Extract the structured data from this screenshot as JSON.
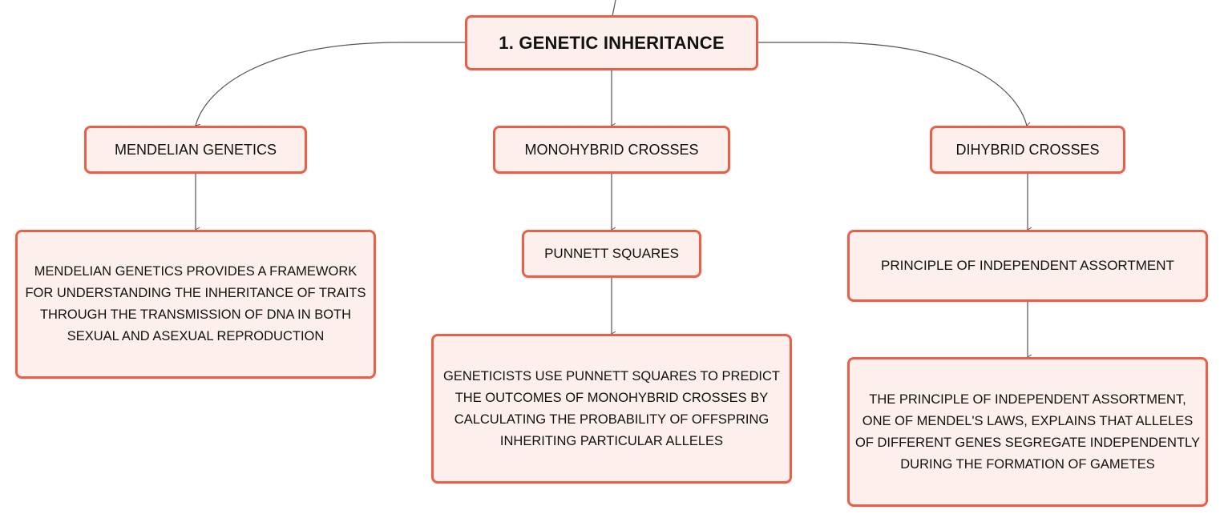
{
  "diagram": {
    "root": {
      "label": "1. GENETIC INHERITANCE"
    },
    "branches": [
      {
        "topic": "MENDELIAN GENETICS",
        "description": "MENDELIAN GENETICS PROVIDES A FRAMEWORK FOR UNDERSTANDING THE INHERITANCE OF TRAITS THROUGH THE TRANSMISSION OF DNA IN BOTH SEXUAL AND ASEXUAL REPRODUCTION"
      },
      {
        "topic": "MONOHYBRID CROSSES",
        "subtopic": "PUNNETT SQUARES",
        "description": "GENETICISTS USE PUNNETT SQUARES TO PREDICT THE OUTCOMES OF MONOHYBRID CROSSES BY CALCULATING THE PROBABILITY OF OFFSPRING INHERITING PARTICULAR ALLELES"
      },
      {
        "topic": "DIHYBRID CROSSES",
        "subtopic": "PRINCIPLE OF INDEPENDENT ASSORTMENT",
        "description": "THE PRINCIPLE OF INDEPENDENT ASSORTMENT, ONE OF MENDEL'S LAWS, EXPLAINS THAT ALLELES OF DIFFERENT GENES SEGREGATE INDEPENDENTLY DURING THE FORMATION OF GAMETES"
      }
    ],
    "colors": {
      "node_fill": "#fdefeb",
      "node_border": "#e8604a",
      "connector": "#555555",
      "text": "#111111"
    }
  }
}
